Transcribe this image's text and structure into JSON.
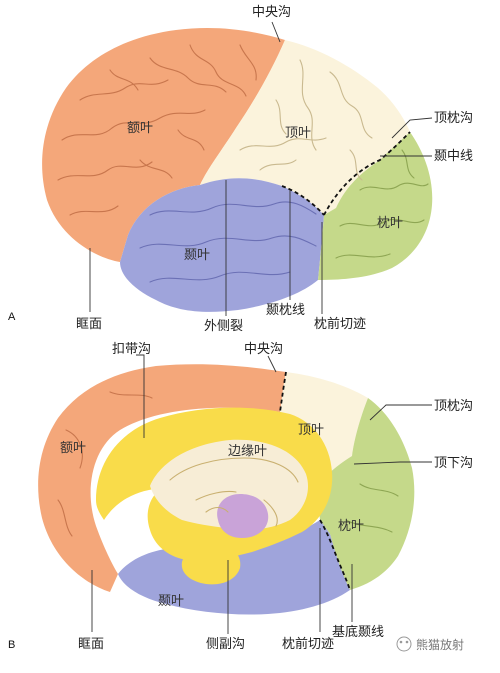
{
  "panel_a": {
    "tag": "A",
    "lobes": {
      "frontal": "额叶",
      "parietal": "顶叶",
      "temporal": "颞叶",
      "occipital": "枕叶"
    },
    "labels": {
      "central_sulcus": "中央沟",
      "parieto_occipital_sulcus": "顶枕沟",
      "temporo_parietal_line": "颞中线",
      "orbital_surface": "眶面",
      "lateral_sulcus": "外侧裂",
      "temporo_occipital_line": "颞枕线",
      "preoccipital_notch": "枕前切迹"
    }
  },
  "panel_b": {
    "tag": "B",
    "lobes": {
      "frontal": "额叶",
      "parietal": "顶叶",
      "limbic": "边缘叶",
      "temporal": "颞叶",
      "occipital": "枕叶"
    },
    "labels": {
      "cingulate_sulcus": "扣带沟",
      "central_sulcus": "中央沟",
      "parieto_occipital_sulcus": "顶枕沟",
      "subparietal_sulcus": "顶下沟",
      "orbital_surface": "眶面",
      "collateral_sulcus": "侧副沟",
      "preoccipital_notch": "枕前切迹",
      "basal_temporal_line": "基底颞线"
    }
  },
  "watermark": "熊猫放射",
  "colors": {
    "frontal": "#f4a77a",
    "parietal": "#fbf3dc",
    "temporal": "#9fa4db",
    "occipital": "#c5d98a",
    "limbic": "#f9dc4a",
    "diencephalon": "#f7edd6",
    "ventricle": "#c9a3d8"
  }
}
